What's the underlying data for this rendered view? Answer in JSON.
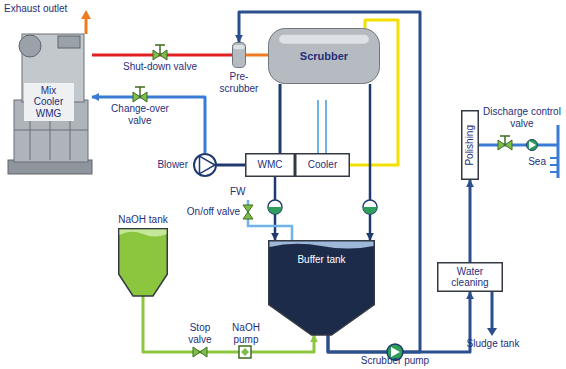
{
  "diagram": {
    "nodes": [
      {
        "text": [
          "Mix Cooler WMG"
        ]
      },
      {
        "text": [
          "Pre-scrubber"
        ]
      },
      {
        "text": [
          "Scrubber"
        ]
      },
      {
        "text": [
          "Blower"
        ]
      },
      {
        "text": [
          "WMC"
        ]
      },
      {
        "text": [
          "Cooler"
        ]
      },
      {
        "text": [
          "NaOH tank"
        ]
      },
      {
        "text": [
          "Buffer tank"
        ]
      },
      {
        "text": [
          "Water cleaning"
        ]
      },
      {
        "text": [
          "Polishing"
        ]
      }
    ],
    "edges": [
      {
        "from": 0,
        "to": 1,
        "arrow": "none"
      },
      {
        "from": 1,
        "to": 2,
        "arrow": "none"
      },
      {
        "from": 2,
        "to": 4,
        "arrow": "none"
      },
      {
        "from": 4,
        "to": 3,
        "arrow": "none"
      },
      {
        "from": 3,
        "to": 0,
        "arrow": "to"
      },
      {
        "from": 2,
        "to": 5,
        "arrow": "none"
      },
      {
        "from": 4,
        "to": 7,
        "arrow": "to"
      },
      {
        "from": 2,
        "to": 7,
        "arrow": "to"
      },
      {
        "from": 6,
        "to": 7,
        "arrow": "to"
      },
      {
        "from": 7,
        "to": 8,
        "arrow": "to"
      },
      {
        "from": 8,
        "to": 9,
        "arrow": "to"
      },
      {
        "from": 7,
        "to": 1,
        "arrow": "to"
      }
    ],
    "labels": [
      "Exhaust outlet",
      "Shut-down valve",
      "Change-over valve",
      "FW",
      "On/off valve",
      "Stop valve",
      "NaOH pump",
      "Scrubber pump",
      "Discharge control valve",
      "Sea",
      "Sludge tank"
    ]
  }
}
